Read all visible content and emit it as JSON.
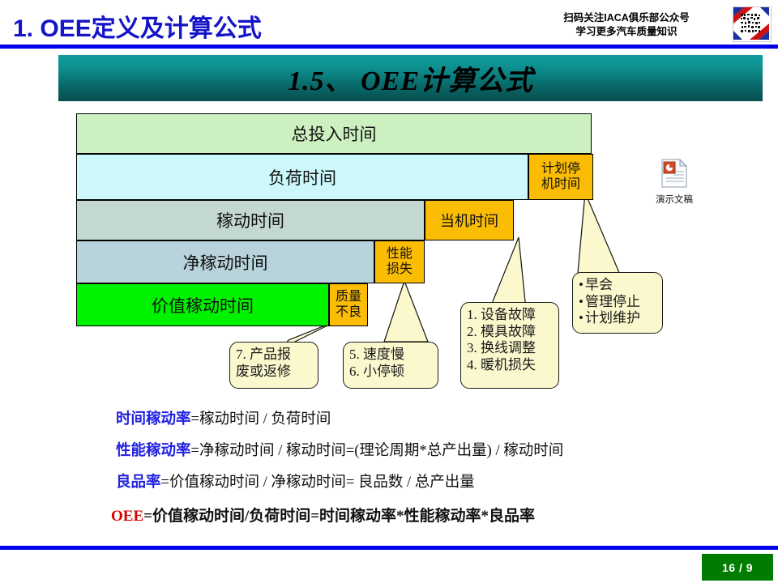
{
  "header": {
    "title_num": "1. OEE",
    "title_cn": "定义及计算公式",
    "qr_line1": "扫码关注IACA俱乐部公众号",
    "qr_line2": "学习更多汽车质量知识",
    "qr_icon": "qr-code-icon"
  },
  "banner": {
    "text": "1.5、  OEE计算公式"
  },
  "diagram": {
    "bars": [
      {
        "label": "总投入时间",
        "color": "#cdf0c0"
      },
      {
        "label": "负荷时间",
        "color": "#ccf7fb"
      },
      {
        "label": "稼动时间",
        "color": "#c4d8d2"
      },
      {
        "label": "净稼动时间",
        "color": "#b8d3dc"
      },
      {
        "label": "价值稼动时间",
        "color": "#00f200"
      }
    ],
    "loss_blocks": [
      {
        "label_line1": "计划停",
        "label_line2": "机时间",
        "color": "#fbbc04"
      },
      {
        "label_line1": "当机时间",
        "label_line2": "",
        "color": "#fbbc04"
      },
      {
        "label_line1": "性能",
        "label_line2": "损失",
        "color": "#fbbc04"
      },
      {
        "label_line1": "质量",
        "label_line2": "不良",
        "color": "#fbbc04"
      }
    ],
    "callouts": [
      {
        "name": "scrap-rework",
        "lines": [
          "7. 产品报",
          "废或返修"
        ]
      },
      {
        "name": "speed-loss",
        "lines": [
          "5. 速度慢",
          "6. 小停顿"
        ]
      },
      {
        "name": "downtime",
        "lines": [
          "1. 设备故障",
          "2. 模具故障",
          "3. 换线调整",
          "4. 暖机损失"
        ]
      },
      {
        "name": "planned-stop",
        "lines": [
          "早会",
          "管理停止",
          "计划维护"
        ]
      }
    ]
  },
  "attachment": {
    "icon": "powerpoint-document-icon",
    "label": "演示文稿"
  },
  "formulas": [
    {
      "key": "时间稼动率",
      "rest": "=稼动时间 / 负荷时间"
    },
    {
      "key": "性能稼动率",
      "rest": "=净稼动时间 / 稼动时间=(理论周期*总产出量) / 稼动时间"
    },
    {
      "key": "良品率",
      "rest": "=价值稼动时间 / 净稼动时间=  良品数 / 总产出量"
    },
    {
      "key": "OEE",
      "rest": "=价值稼动时间/负荷时间=时间稼动率*性能稼动率*良品率"
    }
  ],
  "footer": {
    "page": "16 / 9"
  },
  "colors": {
    "accent_blue": "#0000ee",
    "banner_teal": "#0a7d7d",
    "loss_orange": "#fbbc04",
    "callout_cream": "#fbf8cd",
    "badge_green": "#007d00",
    "title_blue": "#1414c8",
    "oee_red": "#d40000"
  }
}
